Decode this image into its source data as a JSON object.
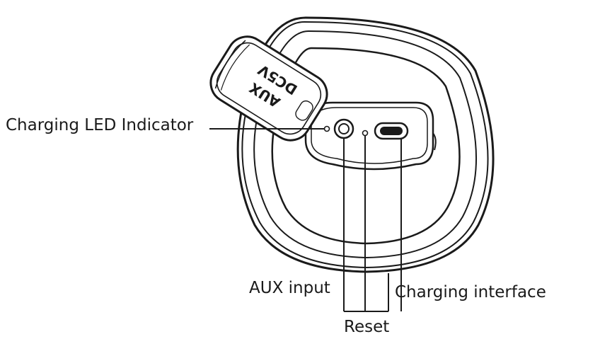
{
  "labels": {
    "led": "Charging LED Indicator",
    "aux": "AUX input",
    "charging": "Charging interface",
    "reset": "Reset"
  },
  "cover_text": {
    "aux": "AUX",
    "dc": "DC5V"
  }
}
